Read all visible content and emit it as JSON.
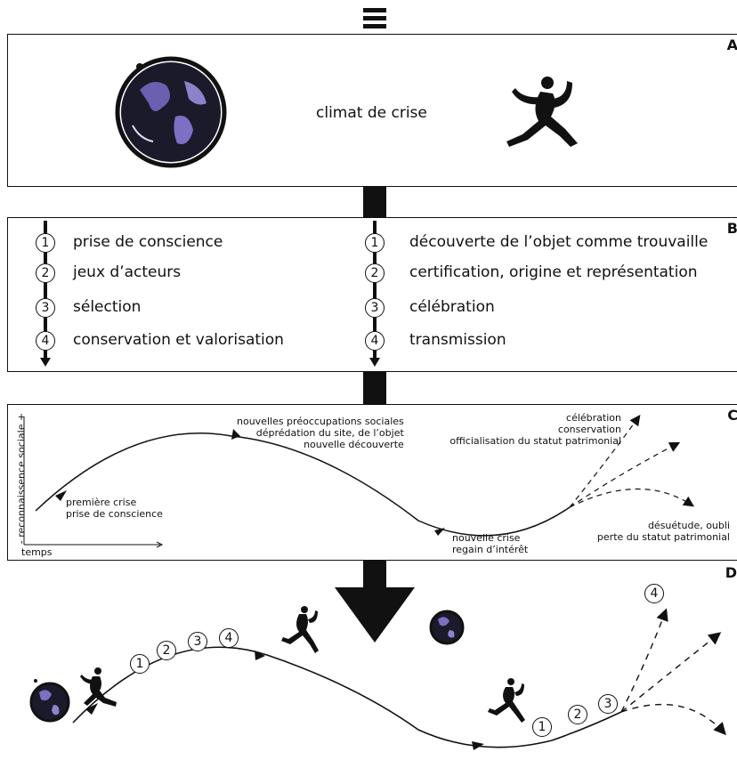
{
  "panel_a": {
    "letter": "A",
    "caption": "climat de crise",
    "globe_icon": "globe-icon",
    "runner_icon": "running-person-icon"
  },
  "panel_b": {
    "letter": "B",
    "left_steps": [
      {
        "num": "1",
        "label": "prise de conscience"
      },
      {
        "num": "2",
        "label": "jeux d’acteurs"
      },
      {
        "num": "3",
        "label": "sélection"
      },
      {
        "num": "4",
        "label": "conservation et valorisation"
      }
    ],
    "right_steps": [
      {
        "num": "1",
        "label": "découverte de l’objet comme trouvaille"
      },
      {
        "num": "2",
        "label": "certification, origine et représentation"
      },
      {
        "num": "3",
        "label": "célébration"
      },
      {
        "num": "4",
        "label": "transmission"
      }
    ]
  },
  "panel_c": {
    "letter": "C",
    "ylabel": "- reconnaissence sociale +",
    "xlabel": "temps",
    "annotations": {
      "first_crisis": [
        "première crise",
        "prise de conscience"
      ],
      "peak": [
        "nouvelles préoccupations sociales",
        "déprédation du site, de l’objet",
        "nouvelle découverte"
      ],
      "trough": [
        "nouvelle crise",
        "regain d’intérêt"
      ],
      "up_branch": [
        "célébration",
        "conservation",
        "officialisation du statut patrimonial"
      ],
      "down_branch": [
        "désuétude, oubli",
        "perte du statut patrimonial"
      ]
    }
  },
  "panel_d": {
    "letter": "D",
    "first_steps": [
      "1",
      "2",
      "3",
      "4"
    ],
    "second_steps": [
      "1",
      "2",
      "3"
    ],
    "branch_step": "4"
  }
}
